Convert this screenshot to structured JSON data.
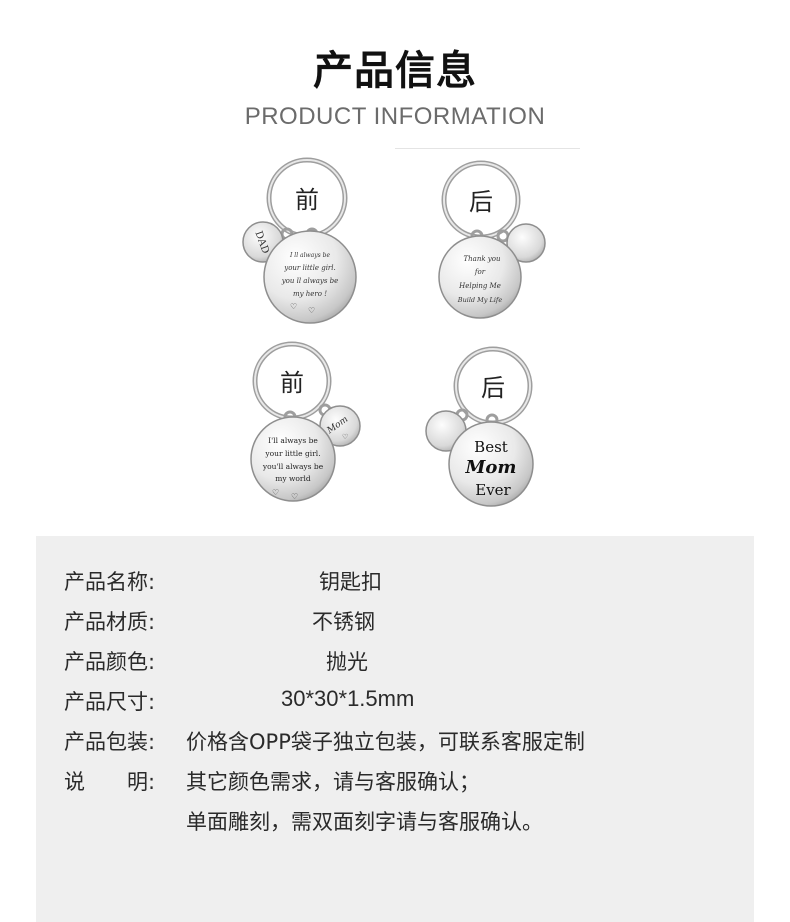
{
  "header": {
    "title": "产品信息",
    "subtitle": "PRODUCT INFORMATION"
  },
  "products": [
    {
      "side_label": "前",
      "main_tag_text": [
        "I ll always be",
        "your little girl.",
        "you ll always be",
        "my hero !"
      ],
      "small_tag_text": [
        "DAD"
      ]
    },
    {
      "side_label": "后",
      "main_tag_text": [
        "Thank you",
        "for",
        "Helping Me",
        "Build My Life"
      ]
    },
    {
      "side_label": "前",
      "main_tag_text": [
        "I'll always be",
        "your little girl.",
        "you'll always be",
        "my world"
      ],
      "small_tag_text": [
        "Mom"
      ]
    },
    {
      "side_label": "后",
      "main_tag_text": [
        "Best",
        "Mom",
        "Ever"
      ]
    }
  ],
  "specs": {
    "name_label": "产品名称:",
    "name_value": "钥匙扣",
    "material_label": "产品材质:",
    "material_value": "不锈钢",
    "color_label": "产品颜色:",
    "color_value": "抛光",
    "size_label": "产品尺寸:",
    "size_value": "30*30*1.5mm",
    "package_label": "产品包装:",
    "package_value": "价格含OPP袋子独立包装，可联系客服定制",
    "note_label": "说　　明:",
    "note_line1": "其它颜色需求，请与客服确认；",
    "note_line2": "单面雕刻，需双面刻字请与客服确认。"
  },
  "colors": {
    "panel_bg": "#efefef",
    "metal_light": "#f7f7f7",
    "metal_dark": "#9a9a9a"
  }
}
